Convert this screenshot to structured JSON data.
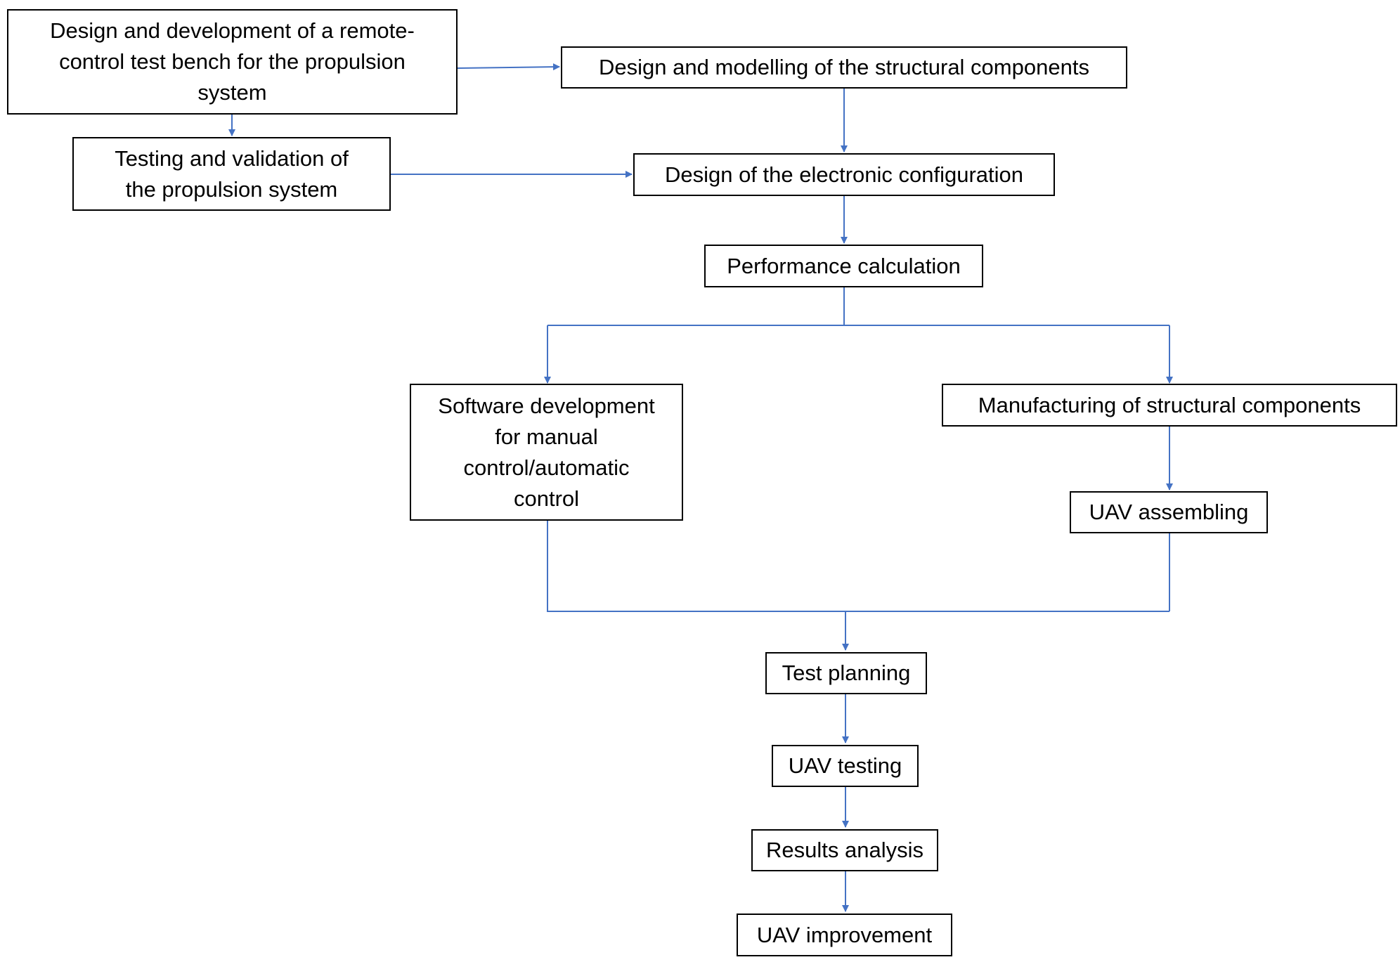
{
  "colors": {
    "connector": "#4472C4",
    "box_border": "#000000",
    "text": "#000000"
  },
  "nodes": {
    "remote_test_bench": [
      "Design and development of a remote-",
      "control test bench for the propulsion",
      "system"
    ],
    "structural_design": [
      "Design and modelling of the structural components"
    ],
    "propulsion_testing": [
      "Testing and validation of",
      "the propulsion system"
    ],
    "electronic_config": [
      "Design of the electronic configuration"
    ],
    "performance_calc": [
      "Performance calculation"
    ],
    "software_dev": [
      "Software development",
      "for manual",
      "control/automatic",
      "control"
    ],
    "manufacturing": [
      "Manufacturing of structural components"
    ],
    "uav_assembling": [
      "UAV assembling"
    ],
    "test_planning": [
      "Test planning"
    ],
    "uav_testing": [
      "UAV testing"
    ],
    "results_analysis": [
      "Results analysis"
    ],
    "uav_improvement": [
      "UAV improvement"
    ]
  }
}
